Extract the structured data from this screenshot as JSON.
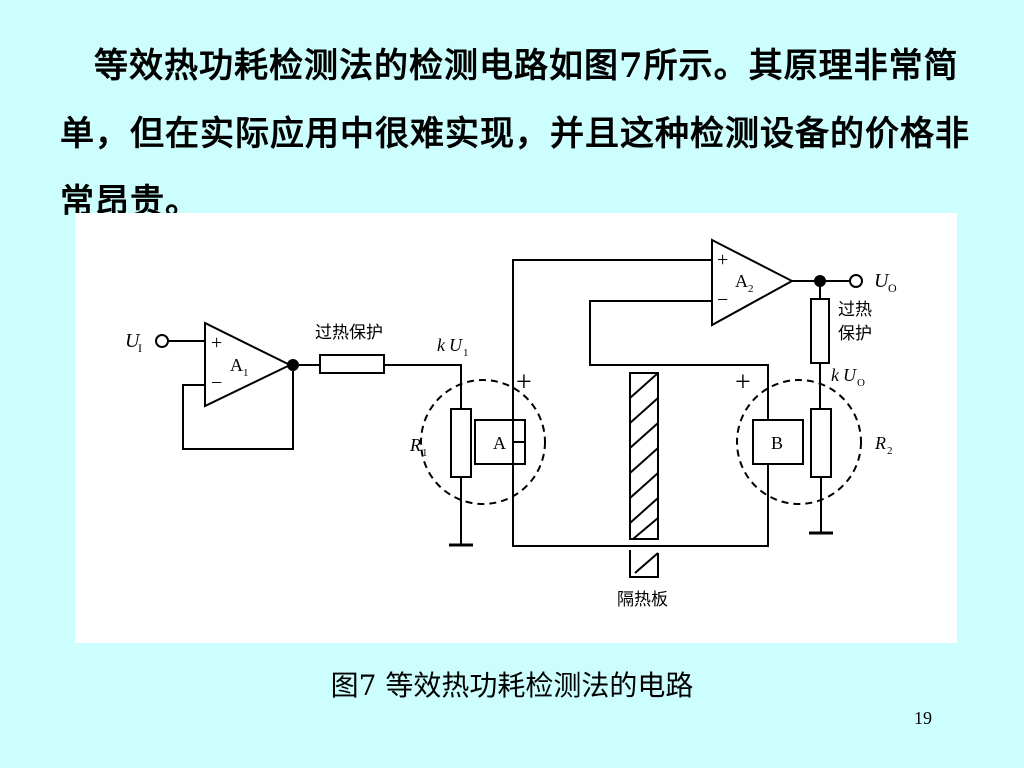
{
  "paragraph": "等效热功耗检测法的检测电路如图7所示。其原理非常简单，但在实际应用中很难实现，并且这种检测设备的价格非常昂贵。",
  "diagram": {
    "input_label": "U",
    "input_sub": "I",
    "output_label": "U",
    "output_sub": "O",
    "opamp1_label": "A",
    "opamp1_sub": "1",
    "opamp2_label": "A",
    "opamp2_sub": "2",
    "plus": "+",
    "minus": "−",
    "overheat_protect_1": "过热保护",
    "overheat_protect_2_line1": "过热",
    "overheat_protect_2_line2": "保护",
    "ku1_k": "k",
    "ku1_u": "U",
    "ku1_sub": "1",
    "kuo_k": "k",
    "kuo_u": "U",
    "kuo_sub": "O",
    "r1_label": "R",
    "r1_sub": "1",
    "r2_label": "R",
    "r2_sub": "2",
    "sensor_a": "A",
    "sensor_b": "B",
    "sensor_a_plus": "+",
    "sensor_b_plus": "+",
    "heat_shield": "隔热板"
  },
  "caption": "图7  等效热功耗检测法的电路",
  "page_number": "19"
}
